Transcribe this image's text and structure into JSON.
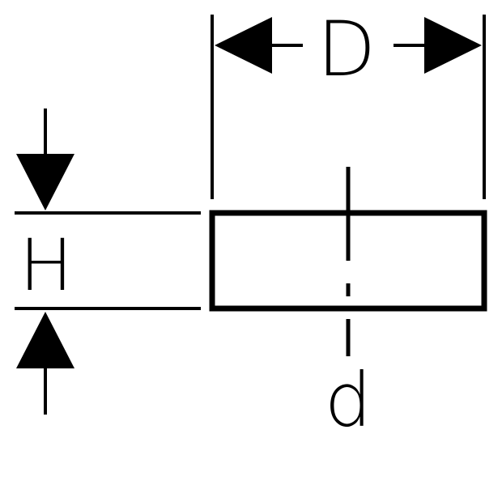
{
  "drawing": {
    "labels": {
      "outer_diameter": "D",
      "height": "H",
      "inner_diameter": "d"
    },
    "colors": {
      "line": "#000000",
      "background": "#ffffff"
    }
  }
}
